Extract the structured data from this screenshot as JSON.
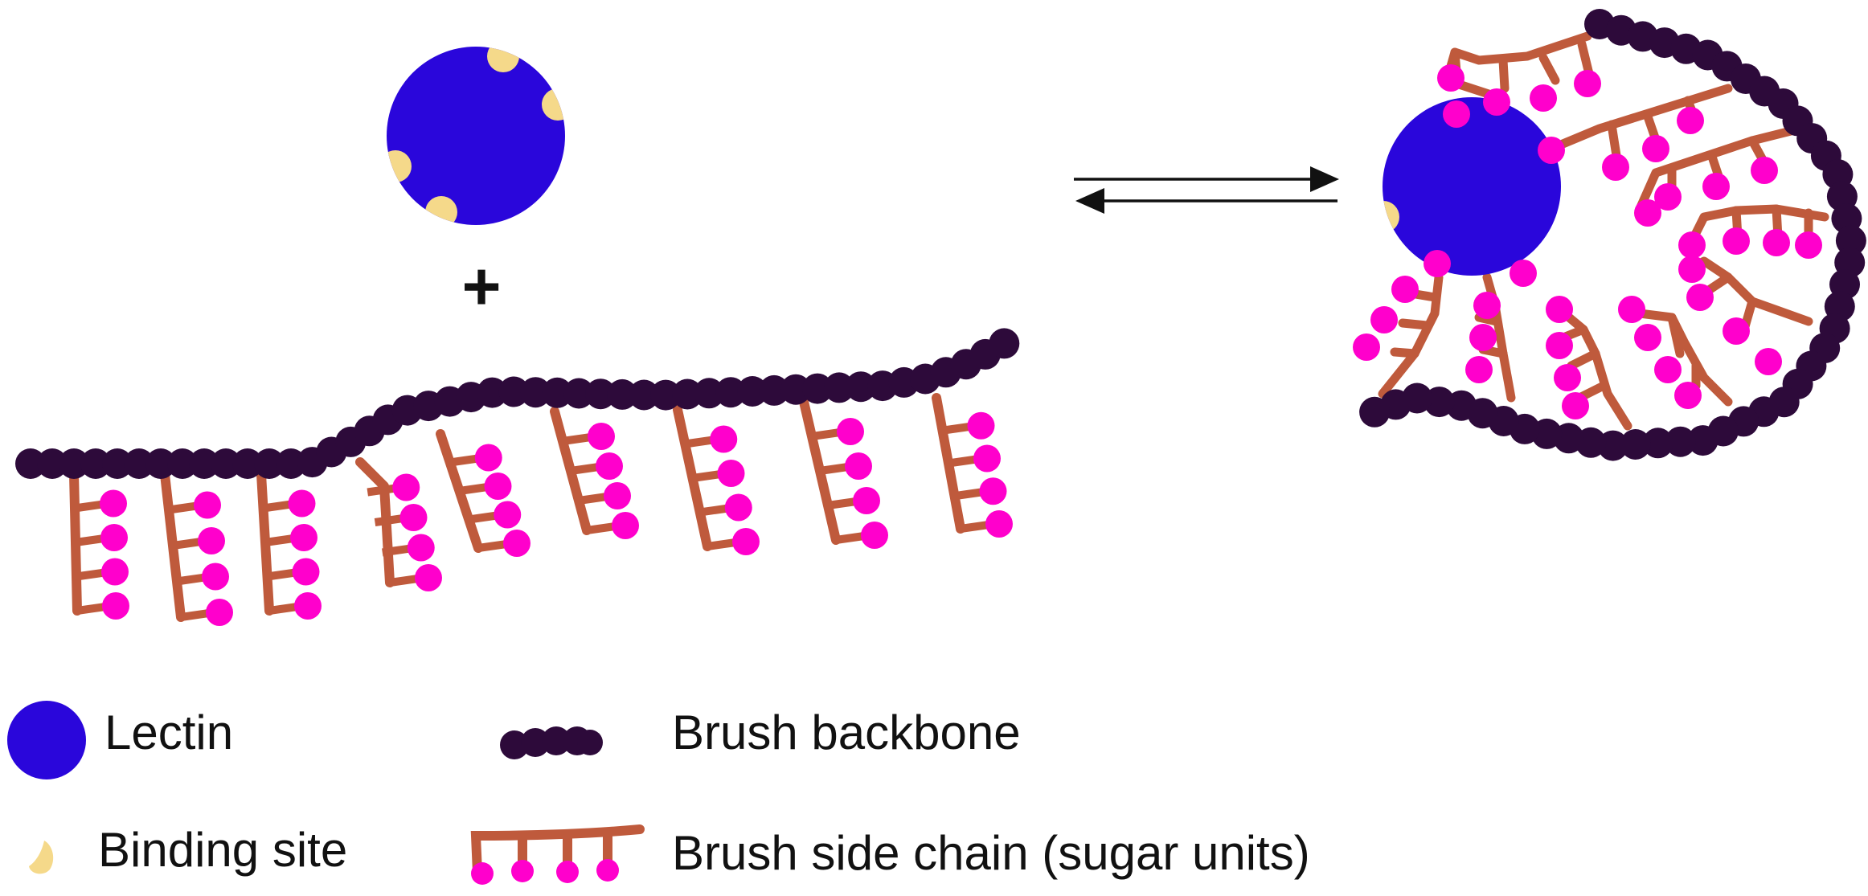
{
  "diagram": {
    "operator": "+",
    "equilibrium_symbol": "⇄",
    "colors": {
      "lectin": "#2a06db",
      "binding_site": "#f5d98a",
      "backbone": "#2d0a3a",
      "side_chain": "#bf5a3c",
      "sugar": "#ff00cc",
      "arrow": "#111111"
    }
  },
  "legend": {
    "lectin": {
      "label": "Lectin",
      "icon": "lectin-circle"
    },
    "binding_site": {
      "label": "Binding site",
      "icon": "binding-site-crescent"
    },
    "backbone": {
      "label": "Brush backbone",
      "icon": "bead-chain"
    },
    "side_chain": {
      "label": "Brush side chain (sugar units)",
      "icon": "comb-with-sugars"
    }
  }
}
